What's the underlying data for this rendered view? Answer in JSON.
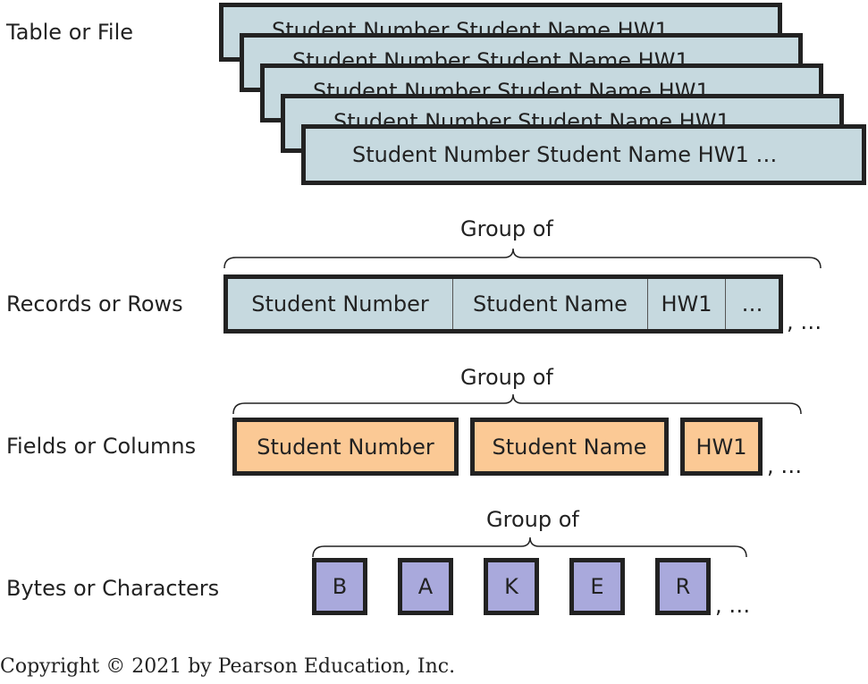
{
  "levels": {
    "table": "Table or File",
    "records": "Records or Rows",
    "fields": "Fields or Columns",
    "bytes": "Bytes or Characters"
  },
  "sheet_text": "Student Number  Student Name  HW1  …",
  "group_label": "Group of",
  "record_cells": [
    "Student Number",
    "Student Name",
    "HW1",
    "…"
  ],
  "field_cells": [
    "Student Number",
    "Student Name",
    "HW1"
  ],
  "byte_cells": [
    "B",
    "A",
    "K",
    "E",
    "R"
  ],
  "ellipsis": ", …",
  "copyright": "Copyright © 2021 by Pearson Education, Inc."
}
